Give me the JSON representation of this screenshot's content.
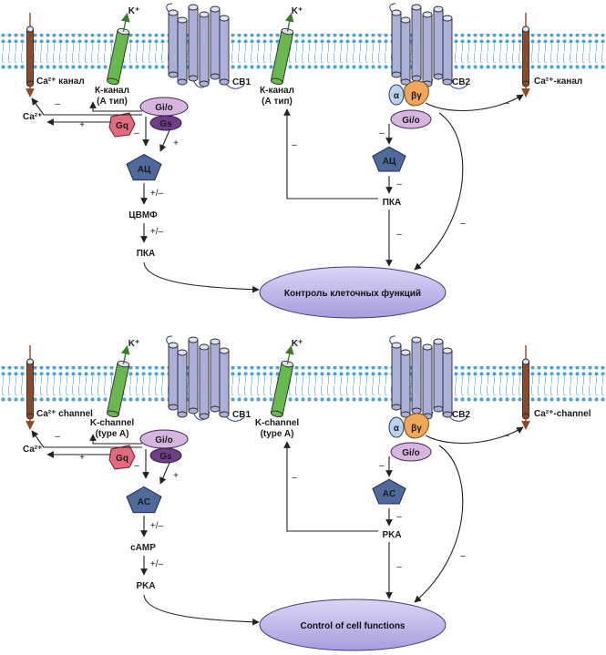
{
  "colors": {
    "membrane": "#4aa3d6",
    "receptor": "#aab0d8",
    "k_channel": "#69b84e",
    "ca_channel": "#8b4a2b",
    "gio": "#d7b5df",
    "gs": "#6e3f86",
    "gq": "#e56a7d",
    "ac": "#4f6a9a",
    "beta_gamma": "#f0a75a",
    "alpha": "#bcd3ef",
    "ellipse": "#c9c2ec"
  },
  "ru": {
    "k_ion": "K⁺",
    "ca_ion": "Ca²⁺",
    "ca_channel_left": "Ca²⁺ канал",
    "ca_channel_right": "Ca²⁺-канал",
    "k_channel_1": "К-канал",
    "k_channel_1_type": "(А тип)",
    "k_channel_2": "К-канал",
    "k_channel_2_type": "(А тип)",
    "cb1": "CB1",
    "cb2": "CB2",
    "gio": "Gi/o",
    "gs": "Gs",
    "gq": "Gq",
    "alpha": "α",
    "beta_gamma": "βγ",
    "ac": "АЦ",
    "camp": "ЦВМФ",
    "pka": "ПКА",
    "control": "Контроль клеточных функций",
    "minus": "–",
    "plus": "+",
    "plus_minus": "+/–"
  },
  "en": {
    "k_ion": "K⁺",
    "ca_ion": "Ca²⁺",
    "ca_channel_left": "Ca²⁺ channel",
    "ca_channel_right": "Ca²⁺-channel",
    "k_channel_1": "K-channel",
    "k_channel_1_type": "(type A)",
    "k_channel_2": "K-channel",
    "k_channel_2_type": "(type A)",
    "cb1": "CB1",
    "cb2": "CB2",
    "gio": "Gi/o",
    "gs": "Gs",
    "gq": "Gq",
    "alpha": "α",
    "beta_gamma": "βγ",
    "ac": "AC",
    "camp": "cAMP",
    "pka": "PKA",
    "control": "Control of cell functions",
    "minus": "–",
    "plus": "+",
    "plus_minus": "+/–"
  }
}
